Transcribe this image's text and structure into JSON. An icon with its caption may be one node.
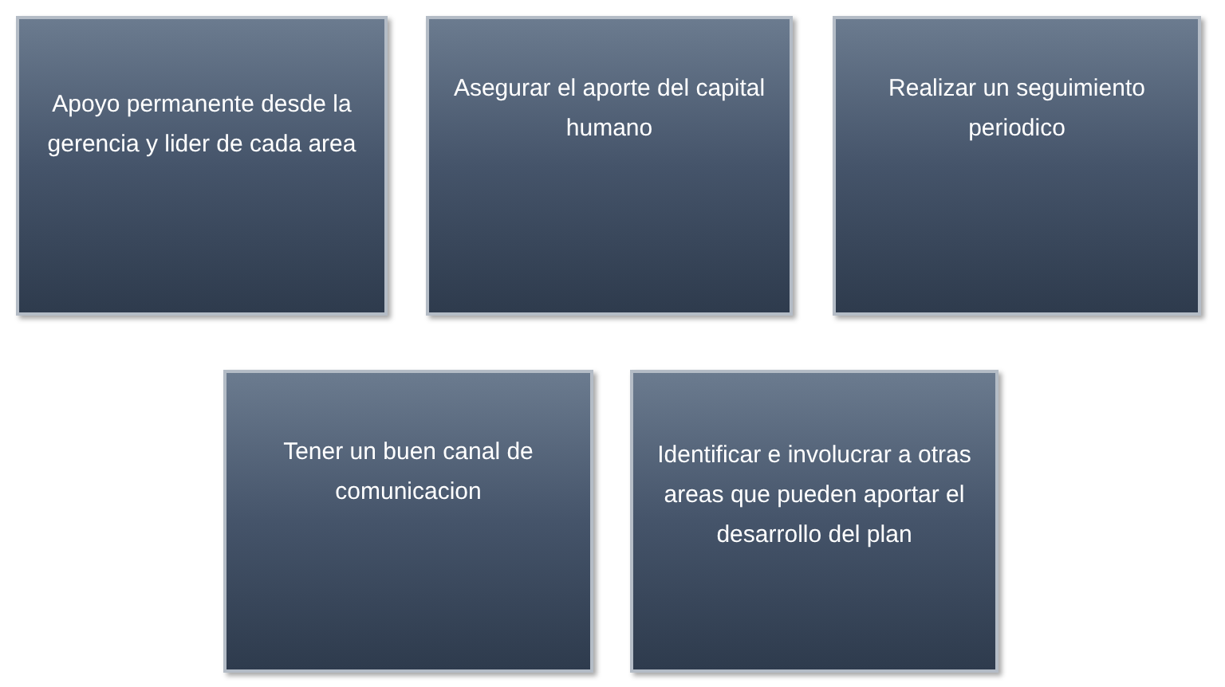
{
  "diagram": {
    "nodes": [
      {
        "text": [
          "Apoyo permanente desde la gerencia y lider de cada area"
        ]
      },
      {
        "text": [
          "Asegurar el aporte del capital humano"
        ]
      },
      {
        "text": [
          "Realizar un seguimiento periodico"
        ]
      },
      {
        "text": [
          "Tener un buen canal de comunicacion"
        ]
      },
      {
        "text": [
          "Identificar e involucrar a otras areas que pueden aportar el desarrollo del plan"
        ]
      }
    ]
  }
}
